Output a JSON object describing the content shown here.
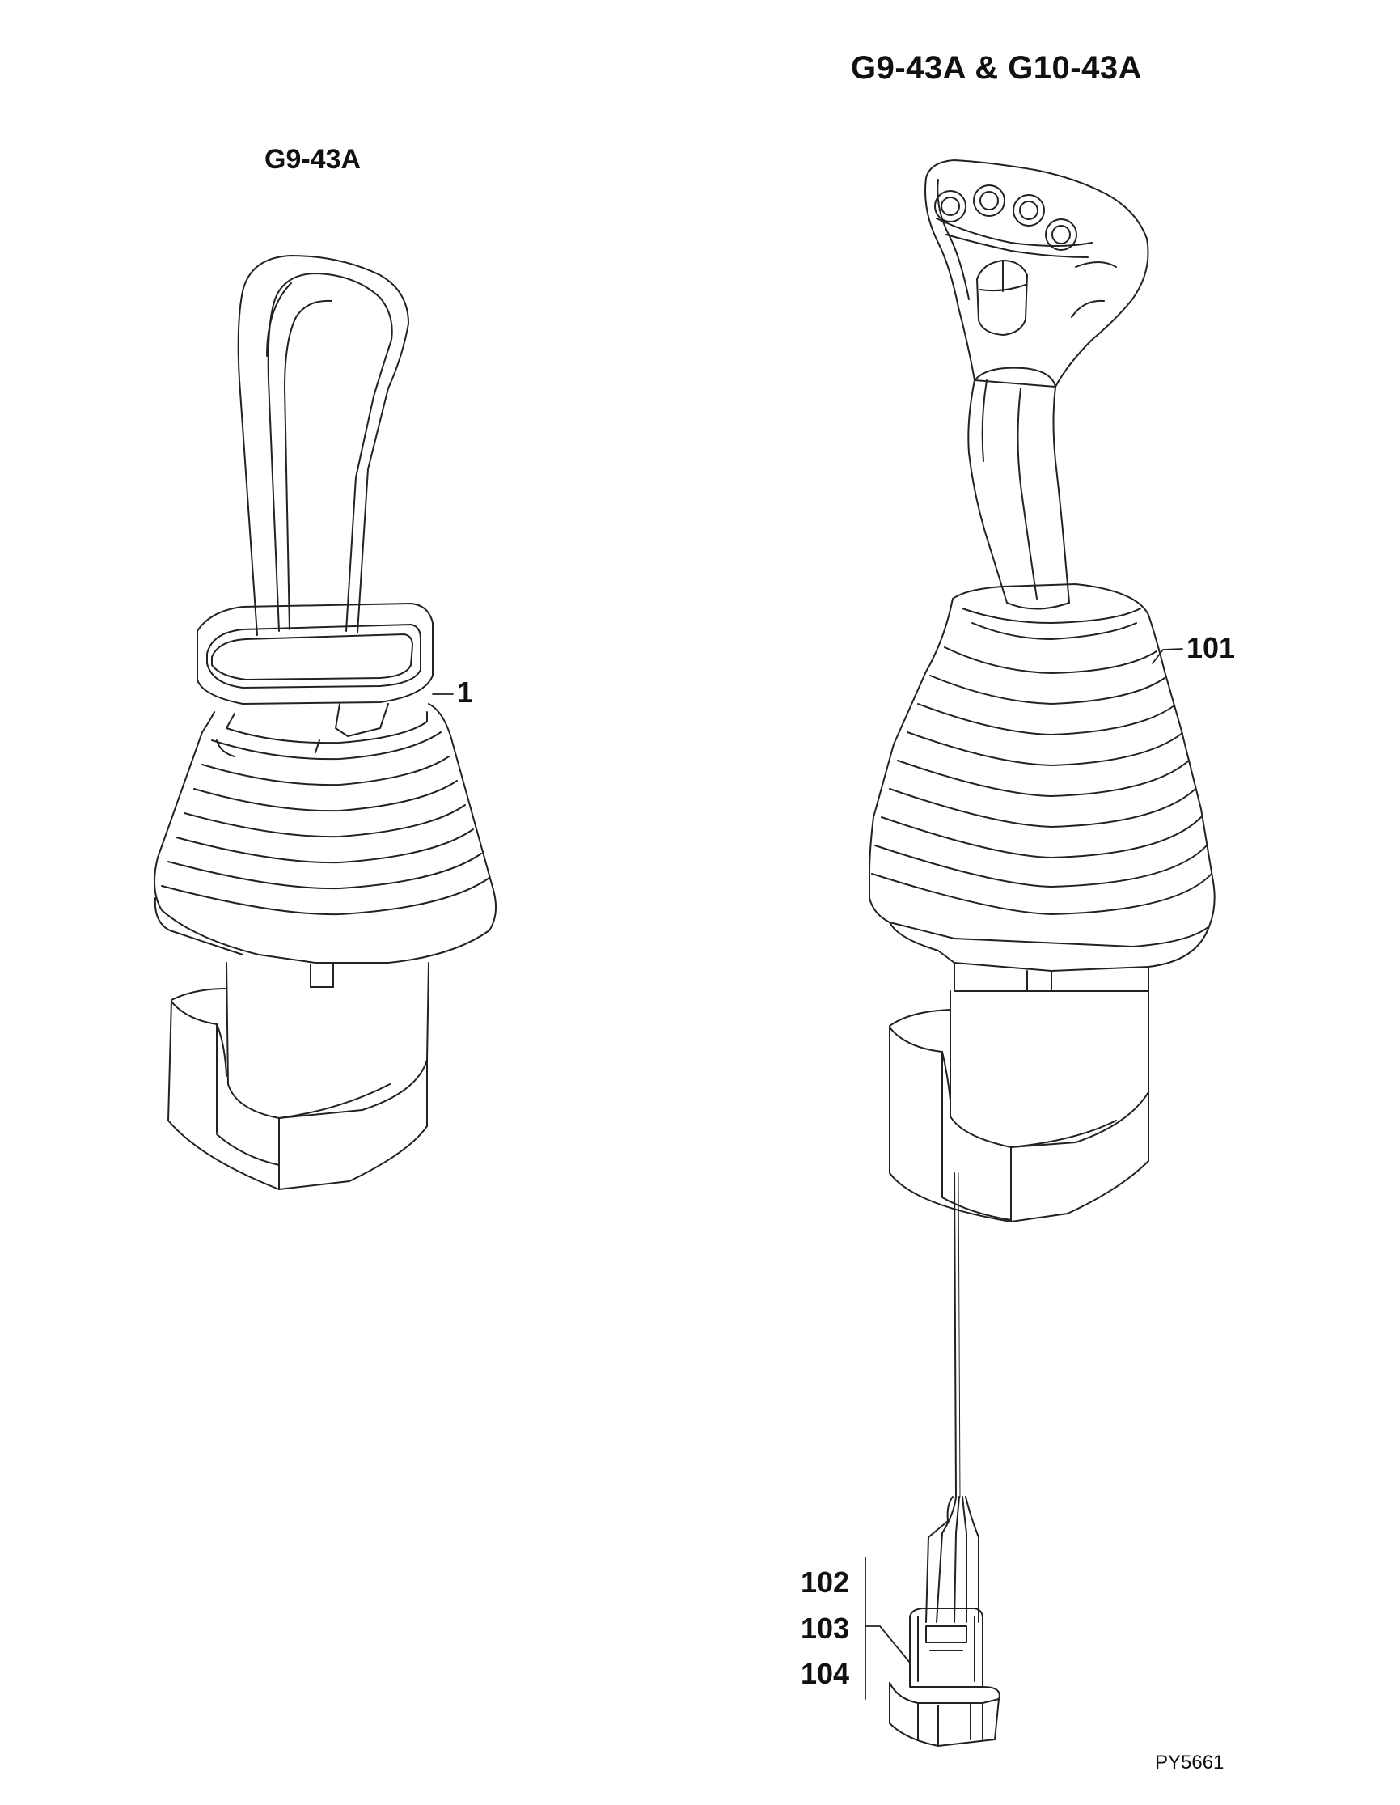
{
  "titles": {
    "main": "G9-43A & G10-43A",
    "left_model": "G9-43A"
  },
  "callouts": {
    "left_boot": "1",
    "right_boot": "101",
    "connector_a": "102",
    "connector_b": "103",
    "connector_c": "104"
  },
  "figure_code": "PY5661",
  "colors": {
    "line": "#222222",
    "background": "#ffffff"
  }
}
